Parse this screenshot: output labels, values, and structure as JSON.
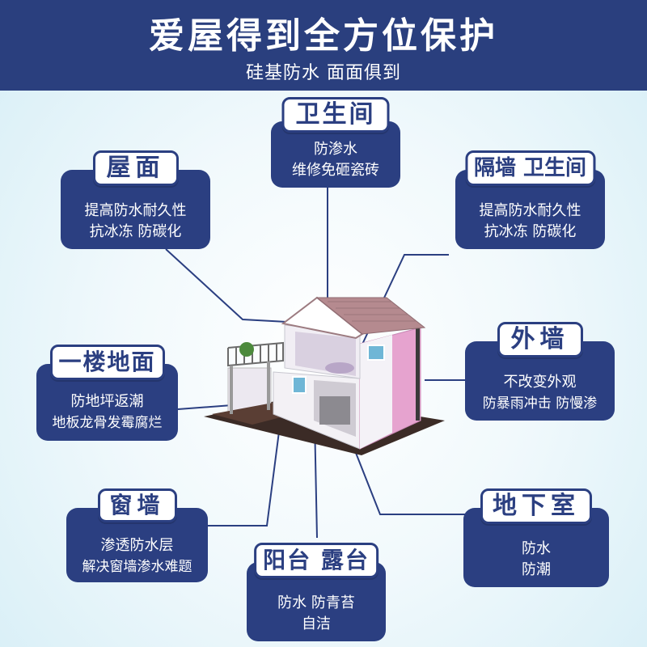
{
  "header": {
    "title": "爱屋得到全方位保护",
    "subtitle": "硅基防水 面面俱到"
  },
  "areas": {
    "bathroom": {
      "label": "卫生间",
      "line1": "防渗水",
      "line2": "维修免砸瓷砖"
    },
    "roof": {
      "label": "屋面",
      "line1": "提高防水耐久性",
      "line2": "抗冰冻 防碳化"
    },
    "partition_bathroom": {
      "label": "隔墙 卫生间",
      "line1": "提高防水耐久性",
      "line2": "抗冰冻 防碳化"
    },
    "ground_floor": {
      "label": "一楼地面",
      "line1": "防地坪返潮",
      "line2": "地板龙骨发霉腐烂"
    },
    "exterior_wall": {
      "label": "外墙",
      "line1": "不改变外观",
      "line2": "防暴雨冲击 防慢渗"
    },
    "window_wall": {
      "label": "窗墙",
      "line1": "渗透防水层",
      "line2": "解决窗墙渗水难题"
    },
    "basement": {
      "label": "地下室",
      "line1": "防水",
      "line2": "防潮"
    },
    "balcony": {
      "label": "阳台 露台",
      "line1": "防水 防青苔",
      "line2": "自洁"
    }
  },
  "colors": {
    "header_bg": "#2a3f7e",
    "box_bg": "#2b3f81",
    "label_bg": "#ffffff",
    "roof": "#b58a8f",
    "wall_pink": "#e6a3cf",
    "floor_dark": "#3b2b26"
  }
}
